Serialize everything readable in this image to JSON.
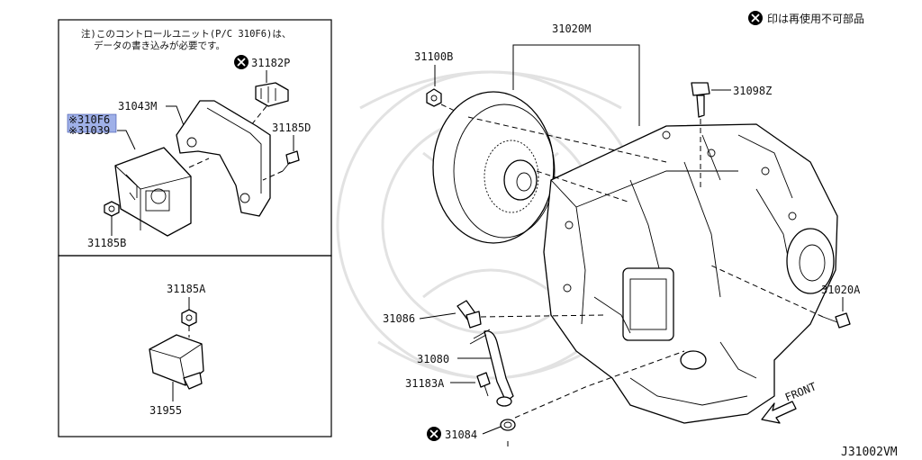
{
  "legend": {
    "text": "印は再使用不可部品",
    "icon": "x-circle-icon"
  },
  "note": {
    "line1": "注)このコントロールユニット(P/C 310F6)は、",
    "line2": "データの書き込みが必要です。"
  },
  "drawing_code": "J31002VM",
  "front_label": "FRONT",
  "parts": {
    "p31182P": "31182P",
    "p31043M": "31043M",
    "p310F6": "※310F6",
    "p31039": "※31039",
    "p31185D": "31185D",
    "p31185B": "31185B",
    "p31185A": "31185A",
    "p31955": "31955",
    "p31100B": "31100B",
    "p31020M": "31020M",
    "p31098Z": "31098Z",
    "p31020A": "31020A",
    "p31086": "31086",
    "p31080": "31080",
    "p31183A": "31183A",
    "p31084": "31084"
  },
  "colors": {
    "highlight": "#9fb0e8",
    "line": "#000000",
    "watermark": "#e2e2e2"
  }
}
